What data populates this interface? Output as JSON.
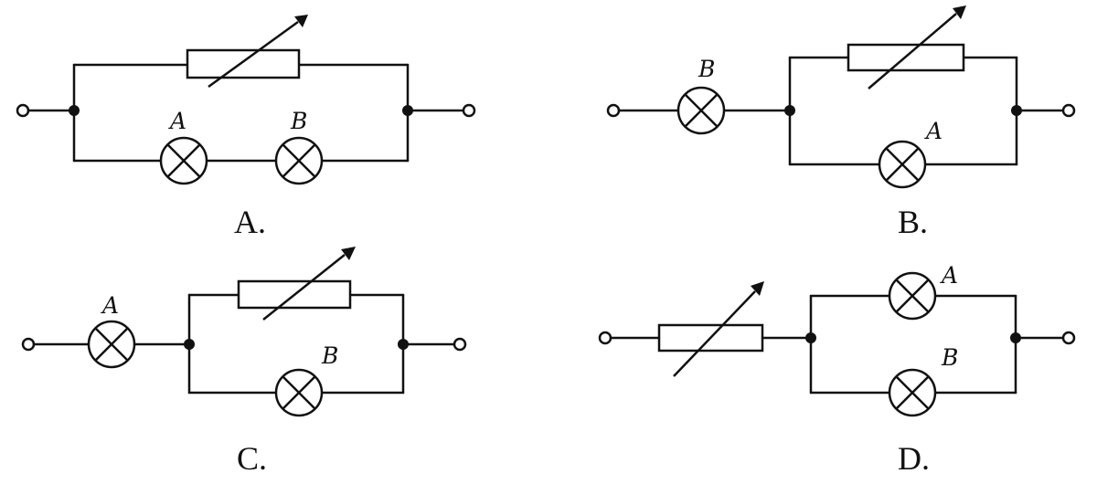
{
  "options": [
    {
      "key": "A",
      "label": "A.",
      "lamps": [
        "A",
        "B"
      ]
    },
    {
      "key": "B",
      "label": "B.",
      "lamps": [
        "B",
        "A"
      ]
    },
    {
      "key": "C",
      "label": "C.",
      "lamps": [
        "A",
        "B"
      ]
    },
    {
      "key": "D",
      "label": "D.",
      "lamps": [
        "A",
        "B"
      ]
    }
  ]
}
